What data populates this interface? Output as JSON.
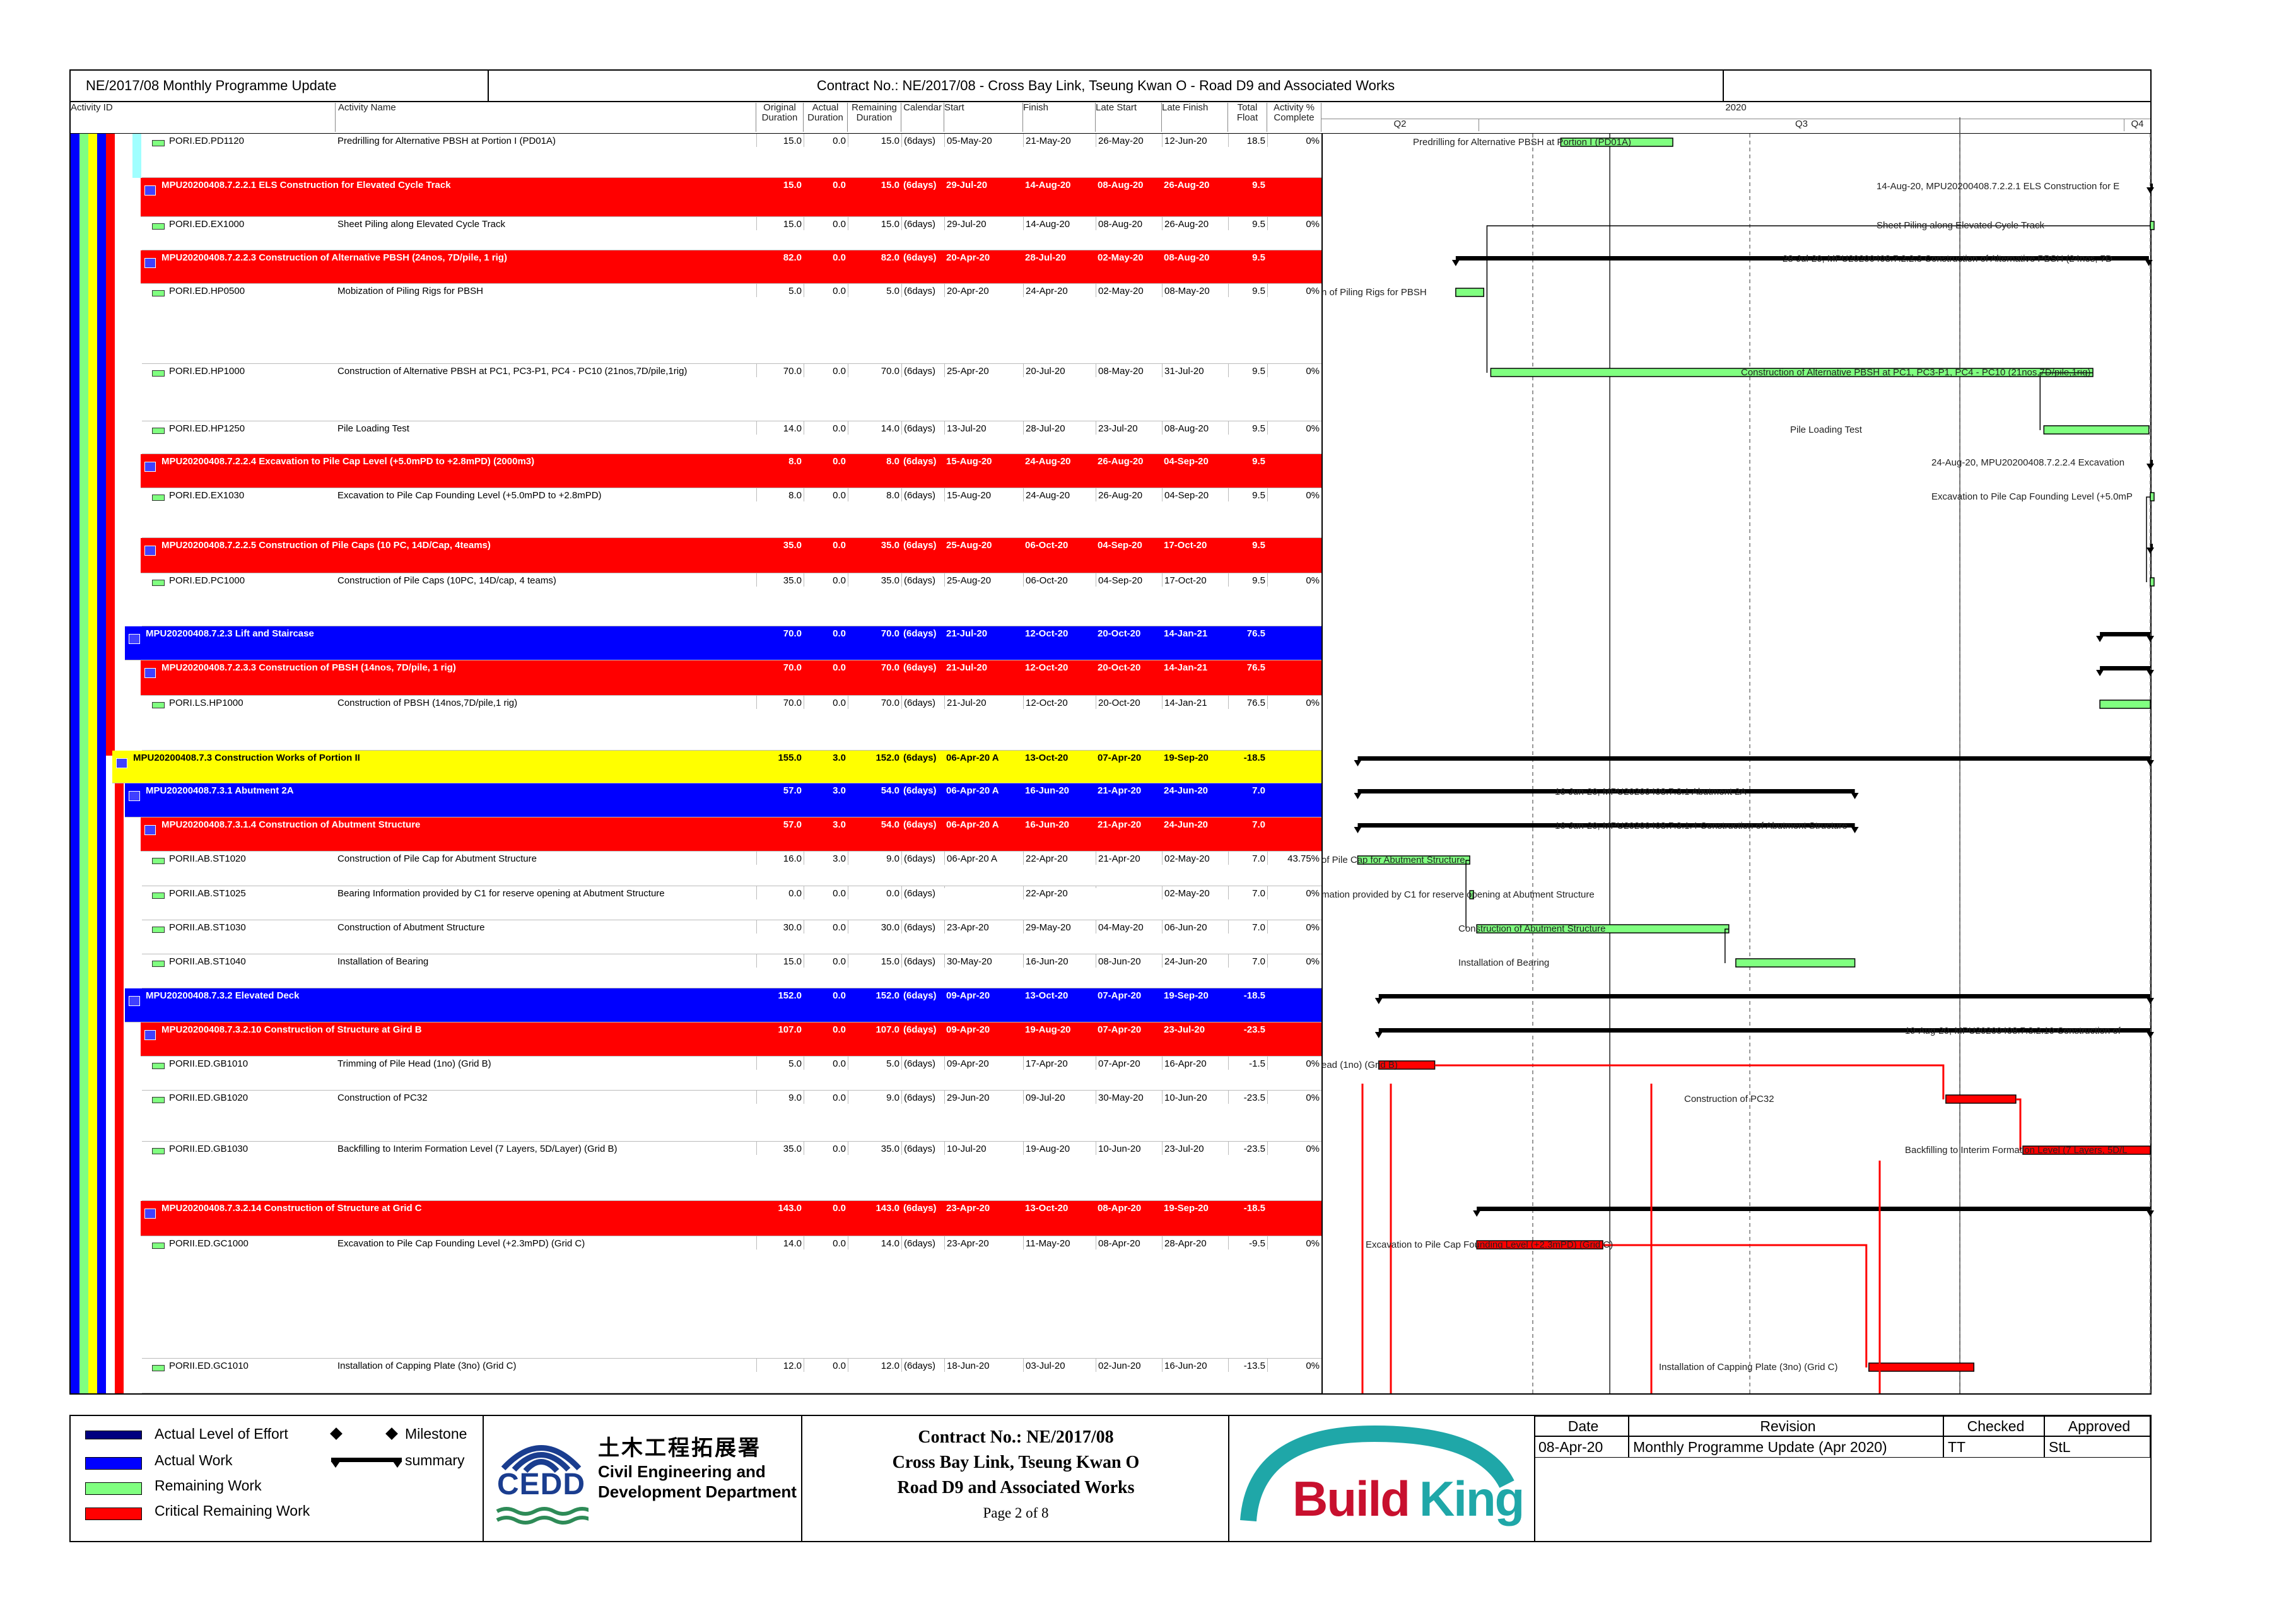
{
  "header": {
    "left_title": "NE/2017/08 Monthly Programme Update",
    "contract_title": "Contract No.: NE/2017/08 - Cross Bay Link, Tseung Kwan O - Road D9 and Associated Works"
  },
  "timescale": {
    "year": "2020",
    "quarters": [
      "Q2",
      "Q3",
      "Q4"
    ]
  },
  "columns": {
    "activity_id": "Activity ID",
    "activity_name": "Activity Name",
    "original_duration": "Original\nDuration",
    "actual_duration": "Actual\nDuration",
    "remaining_duration": "Remaining\nDuration",
    "calendar": "Calendar",
    "start": "Start",
    "finish": "Finish",
    "late_start": "Late Start",
    "late_finish": "Late Finish",
    "total_float": "Total\nFloat",
    "complete": "Activity %\nComplete"
  },
  "rows": [
    {
      "kind": "act",
      "id": "PORI.ED.PD1120",
      "name": "Predrilling for Alternative PBSH at Portion I (PD01A)",
      "od": "15.0",
      "ad": "0.0",
      "rd": "15.0",
      "cal": "(6days)",
      "start": "05-May-20",
      "finish": "21-May-20",
      "ls": "26-May-20",
      "lf": "12-Jun-20",
      "tf": "18.5",
      "pc": "0%"
    },
    {
      "kind": "wbs",
      "color": "red",
      "id": "MPU20200408.7.2.2.1  ELS Construction for Elevated Cycle Track",
      "od": "15.0",
      "ad": "0.0",
      "rd": "15.0",
      "cal": "(6days)",
      "start": "29-Jul-20",
      "finish": "14-Aug-20",
      "ls": "08-Aug-20",
      "lf": "26-Aug-20",
      "tf": "9.5"
    },
    {
      "kind": "act",
      "id": "PORI.ED.EX1000",
      "name": "Sheet Piling along Elevated Cycle Track",
      "od": "15.0",
      "ad": "0.0",
      "rd": "15.0",
      "cal": "(6days)",
      "start": "29-Jul-20",
      "finish": "14-Aug-20",
      "ls": "08-Aug-20",
      "lf": "26-Aug-20",
      "tf": "9.5",
      "pc": "0%"
    },
    {
      "kind": "wbs",
      "color": "red",
      "id": "MPU20200408.7.2.2.3  Construction of Alternative PBSH (24nos, 7D/pile, 1 rig)",
      "od": "82.0",
      "ad": "0.0",
      "rd": "82.0",
      "cal": "(6days)",
      "start": "20-Apr-20",
      "finish": "28-Jul-20",
      "ls": "02-May-20",
      "lf": "08-Aug-20",
      "tf": "9.5"
    },
    {
      "kind": "act",
      "id": "PORI.ED.HP0500",
      "name": "Mobization of Piling Rigs for PBSH",
      "od": "5.0",
      "ad": "0.0",
      "rd": "5.0",
      "cal": "(6days)",
      "start": "20-Apr-20",
      "finish": "24-Apr-20",
      "ls": "02-May-20",
      "lf": "08-May-20",
      "tf": "9.5",
      "pc": "0%"
    },
    {
      "kind": "act",
      "id": "PORI.ED.HP1000",
      "name": "Construction of Alternative PBSH at PC1, PC3-P1, PC4 - PC10 (21nos,7D/pile,1rig)",
      "od": "70.0",
      "ad": "0.0",
      "rd": "70.0",
      "cal": "(6days)",
      "start": "25-Apr-20",
      "finish": "20-Jul-20",
      "ls": "08-May-20",
      "lf": "31-Jul-20",
      "tf": "9.5",
      "pc": "0%"
    },
    {
      "kind": "act",
      "id": "PORI.ED.HP1250",
      "name": "Pile Loading Test",
      "od": "14.0",
      "ad": "0.0",
      "rd": "14.0",
      "cal": "(6days)",
      "start": "13-Jul-20",
      "finish": "28-Jul-20",
      "ls": "23-Jul-20",
      "lf": "08-Aug-20",
      "tf": "9.5",
      "pc": "0%"
    },
    {
      "kind": "wbs",
      "color": "red",
      "id": "MPU20200408.7.2.2.4  Excavation to Pile Cap Level (+5.0mPD to +2.8mPD) (2000m3)",
      "od": "8.0",
      "ad": "0.0",
      "rd": "8.0",
      "cal": "(6days)",
      "start": "15-Aug-20",
      "finish": "24-Aug-20",
      "ls": "26-Aug-20",
      "lf": "04-Sep-20",
      "tf": "9.5"
    },
    {
      "kind": "act",
      "id": "PORI.ED.EX1030",
      "name": "Excavation to Pile Cap Founding Level (+5.0mPD to +2.8mPD)",
      "od": "8.0",
      "ad": "0.0",
      "rd": "8.0",
      "cal": "(6days)",
      "start": "15-Aug-20",
      "finish": "24-Aug-20",
      "ls": "26-Aug-20",
      "lf": "04-Sep-20",
      "tf": "9.5",
      "pc": "0%"
    },
    {
      "kind": "wbs",
      "color": "red",
      "id": "MPU20200408.7.2.2.5  Construction of Pile Caps (10 PC, 14D/Cap, 4teams)",
      "od": "35.0",
      "ad": "0.0",
      "rd": "35.0",
      "cal": "(6days)",
      "start": "25-Aug-20",
      "finish": "06-Oct-20",
      "ls": "04-Sep-20",
      "lf": "17-Oct-20",
      "tf": "9.5"
    },
    {
      "kind": "act",
      "id": "PORI.ED.PC1000",
      "name": "Construction of Pile Caps (10PC, 14D/cap, 4 teams)",
      "od": "35.0",
      "ad": "0.0",
      "rd": "35.0",
      "cal": "(6days)",
      "start": "25-Aug-20",
      "finish": "06-Oct-20",
      "ls": "04-Sep-20",
      "lf": "17-Oct-20",
      "tf": "9.5",
      "pc": "0%"
    },
    {
      "kind": "wbs",
      "color": "blue",
      "id": "MPU20200408.7.2.3  Lift and Staircase",
      "od": "70.0",
      "ad": "0.0",
      "rd": "70.0",
      "cal": "(6days)",
      "start": "21-Jul-20",
      "finish": "12-Oct-20",
      "ls": "20-Oct-20",
      "lf": "14-Jan-21",
      "tf": "76.5"
    },
    {
      "kind": "wbs",
      "color": "red",
      "id": "MPU20200408.7.2.3.3  Construction of PBSH (14nos, 7D/pile, 1 rig)",
      "od": "70.0",
      "ad": "0.0",
      "rd": "70.0",
      "cal": "(6days)",
      "start": "21-Jul-20",
      "finish": "12-Oct-20",
      "ls": "20-Oct-20",
      "lf": "14-Jan-21",
      "tf": "76.5"
    },
    {
      "kind": "act",
      "id": "PORI.LS.HP1000",
      "name": "Construction of PBSH (14nos,7D/pile,1 rig)",
      "od": "70.0",
      "ad": "0.0",
      "rd": "70.0",
      "cal": "(6days)",
      "start": "21-Jul-20",
      "finish": "12-Oct-20",
      "ls": "20-Oct-20",
      "lf": "14-Jan-21",
      "tf": "76.5",
      "pc": "0%"
    },
    {
      "kind": "wbs",
      "color": "yellow",
      "id": "MPU20200408.7.3  Construction Works of Portion II",
      "od": "155.0",
      "ad": "3.0",
      "rd": "152.0",
      "cal": "(6days)",
      "start": "06-Apr-20 A",
      "finish": "13-Oct-20",
      "ls": "07-Apr-20",
      "lf": "19-Sep-20",
      "tf": "-18.5"
    },
    {
      "kind": "wbs",
      "color": "blue",
      "id": "MPU20200408.7.3.1  Abutment 2A",
      "od": "57.0",
      "ad": "3.0",
      "rd": "54.0",
      "cal": "(6days)",
      "start": "06-Apr-20 A",
      "finish": "16-Jun-20",
      "ls": "21-Apr-20",
      "lf": "24-Jun-20",
      "tf": "7.0"
    },
    {
      "kind": "wbs",
      "color": "red",
      "id": "MPU20200408.7.3.1.4  Construction of Abutment Structure",
      "od": "57.0",
      "ad": "3.0",
      "rd": "54.0",
      "cal": "(6days)",
      "start": "06-Apr-20 A",
      "finish": "16-Jun-20",
      "ls": "21-Apr-20",
      "lf": "24-Jun-20",
      "tf": "7.0"
    },
    {
      "kind": "act",
      "id": "PORII.AB.ST1020",
      "name": "Construction of Pile Cap for Abutment Structure",
      "od": "16.0",
      "ad": "3.0",
      "rd": "9.0",
      "cal": "(6days)",
      "start": "06-Apr-20 A",
      "finish": "22-Apr-20",
      "ls": "21-Apr-20",
      "lf": "02-May-20",
      "tf": "7.0",
      "pc": "43.75%"
    },
    {
      "kind": "act",
      "id": "PORII.AB.ST1025",
      "name": "Bearing Information provided by C1 for reserve opening at Abutment Structure",
      "od": "0.0",
      "ad": "0.0",
      "rd": "0.0",
      "cal": "(6days)",
      "start": "",
      "finish": "22-Apr-20",
      "ls": "",
      "lf": "02-May-20",
      "tf": "7.0",
      "pc": "0%"
    },
    {
      "kind": "act",
      "id": "PORII.AB.ST1030",
      "name": "Construction of Abutment Structure",
      "od": "30.0",
      "ad": "0.0",
      "rd": "30.0",
      "cal": "(6days)",
      "start": "23-Apr-20",
      "finish": "29-May-20",
      "ls": "04-May-20",
      "lf": "06-Jun-20",
      "tf": "7.0",
      "pc": "0%"
    },
    {
      "kind": "act",
      "id": "PORII.AB.ST1040",
      "name": "Installation of Bearing",
      "od": "15.0",
      "ad": "0.0",
      "rd": "15.0",
      "cal": "(6days)",
      "start": "30-May-20",
      "finish": "16-Jun-20",
      "ls": "08-Jun-20",
      "lf": "24-Jun-20",
      "tf": "7.0",
      "pc": "0%"
    },
    {
      "kind": "wbs",
      "color": "blue",
      "id": "MPU20200408.7.3.2  Elevated Deck",
      "od": "152.0",
      "ad": "0.0",
      "rd": "152.0",
      "cal": "(6days)",
      "start": "09-Apr-20",
      "finish": "13-Oct-20",
      "ls": "07-Apr-20",
      "lf": "19-Sep-20",
      "tf": "-18.5"
    },
    {
      "kind": "wbs",
      "color": "red",
      "id": "MPU20200408.7.3.2.10  Construction of Structure at Gird B",
      "od": "107.0",
      "ad": "0.0",
      "rd": "107.0",
      "cal": "(6days)",
      "start": "09-Apr-20",
      "finish": "19-Aug-20",
      "ls": "07-Apr-20",
      "lf": "23-Jul-20",
      "tf": "-23.5"
    },
    {
      "kind": "act",
      "id": "PORII.ED.GB1010",
      "name": "Trimming of Pile Head (1no) (Grid B)",
      "od": "5.0",
      "ad": "0.0",
      "rd": "5.0",
      "cal": "(6days)",
      "start": "09-Apr-20",
      "finish": "17-Apr-20",
      "ls": "07-Apr-20",
      "lf": "16-Apr-20",
      "tf": "-1.5",
      "pc": "0%"
    },
    {
      "kind": "act",
      "id": "PORII.ED.GB1020",
      "name": "Construction of PC32",
      "od": "9.0",
      "ad": "0.0",
      "rd": "9.0",
      "cal": "(6days)",
      "start": "29-Jun-20",
      "finish": "09-Jul-20",
      "ls": "30-May-20",
      "lf": "10-Jun-20",
      "tf": "-23.5",
      "pc": "0%"
    },
    {
      "kind": "act",
      "id": "PORII.ED.GB1030",
      "name": "Backfilling to Interim Formation Level (7 Layers, 5D/Layer) (Grid B)",
      "od": "35.0",
      "ad": "0.0",
      "rd": "35.0",
      "cal": "(6days)",
      "start": "10-Jul-20",
      "finish": "19-Aug-20",
      "ls": "10-Jun-20",
      "lf": "23-Jul-20",
      "tf": "-23.5",
      "pc": "0%"
    },
    {
      "kind": "wbs",
      "color": "red",
      "id": "MPU20200408.7.3.2.14  Construction of Structure at Grid C",
      "od": "143.0",
      "ad": "0.0",
      "rd": "143.0",
      "cal": "(6days)",
      "start": "23-Apr-20",
      "finish": "13-Oct-20",
      "ls": "08-Apr-20",
      "lf": "19-Sep-20",
      "tf": "-18.5"
    },
    {
      "kind": "act",
      "id": "PORII.ED.GC1000",
      "name": "Excavation to Pile Cap Founding Level (+2.3mPD) (Grid C)",
      "od": "14.0",
      "ad": "0.0",
      "rd": "14.0",
      "cal": "(6days)",
      "start": "23-Apr-20",
      "finish": "11-May-20",
      "ls": "08-Apr-20",
      "lf": "28-Apr-20",
      "tf": "-9.5",
      "pc": "0%"
    },
    {
      "kind": "act",
      "id": "PORII.ED.GC1010",
      "name": "Installation of Capping Plate (3no) (Grid C)",
      "od": "12.0",
      "ad": "0.0",
      "rd": "12.0",
      "cal": "(6days)",
      "start": "18-Jun-20",
      "finish": "03-Jul-20",
      "ls": "02-Jun-20",
      "lf": "16-Jun-20",
      "tf": "-13.5",
      "pc": "0%"
    }
  ],
  "gantt_labels": [
    "Predrilling for Alternative PBSH at Portion I (PD01A)",
    "14-Aug-20, MPU20200408.7.2.2.1  ELS Construction for E",
    "Sheet Piling along Elevated Cycle Track",
    "28-Jul-20, MPU20200408.7.2.2.3  Construction of Alternative PBSH (24nos, 7D",
    "n of Piling Rigs for PBSH",
    "Construction of Alternative PBSH at PC1, PC3-P1, PC4 - PC10 (21nos,7D/pile,1rig)",
    "Pile Loading Test",
    "24-Aug-20, MPU20200408.7.2.2.4  Excavation",
    "Excavation to Pile Cap Founding Level (+5.0mP",
    "16-Jun-20, MPU20200408.7.3.1  Abutment 2A",
    "16-Jun-20, MPU20200408.7.3.1.4  Construction of Abutment Structure",
    "of Pile Cap for Abutment Structure",
    "mation provided by C1 for reserve opening at Abutment Structure",
    "Construction of Abutment Structure",
    "Installation of Bearing",
    "19-Aug-20, MPU20200408.7.3.2.10  Construction of",
    "ead (1no) (Grid B)",
    "Construction of PC32",
    "Backfilling to Interim Formation Level (7 Layers, 5D/L",
    "Excavation to Pile Cap Founding Level (+2.3mPD) (Grid C)",
    "Installation of Capping Plate (3no) (Grid C)"
  ],
  "legend": {
    "actual_level_of_effort": "Actual Level of Effort",
    "actual_work": "Actual Work",
    "remaining_work": "Remaining Work",
    "critical_remaining_work": "Critical Remaining Work",
    "milestone": "Milestone",
    "summary": "summary",
    "colors": {
      "loe": "#00007f",
      "actual": "#0000ff",
      "remaining": "#80ff80",
      "critical": "#ff0000"
    }
  },
  "cedd": {
    "acronym": "CEDD",
    "chinese": "土木工程拓展署",
    "english_1": "Civil Engineering and",
    "english_2": "Development Department"
  },
  "contract_block": {
    "line1": "Contract No.: NE/2017/08",
    "line2": "Cross Bay Link, Tseung Kwan O",
    "line3": "Road D9 and Associated Works",
    "page": "Page 2 of  8"
  },
  "buildking": {
    "word1": "Build",
    "word2": "King"
  },
  "revision_table": {
    "headers": [
      "Date",
      "Revision",
      "Checked",
      "Approved"
    ],
    "row": [
      "08-Apr-20",
      "Monthly Programme Update (Apr 2020)",
      "TT",
      "StL"
    ]
  },
  "colors": {
    "wbs_red": "#ff0000",
    "wbs_blue": "#0000ff",
    "wbs_yellow": "#ffff00",
    "band_green": "#80ff80",
    "band_cyan": "#a0ffff"
  }
}
